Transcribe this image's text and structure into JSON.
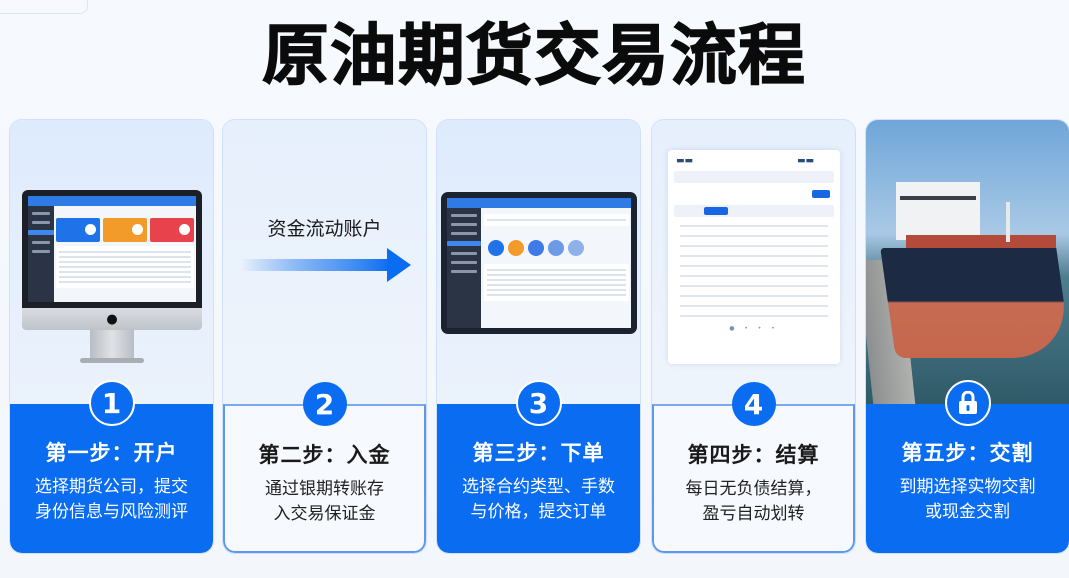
{
  "title": "原油期货交易流程",
  "colors": {
    "accent": "#0a6cf0",
    "card_bg": "#e6effc",
    "outline": "#5d98ec",
    "title_text": "#0b0b0b"
  },
  "steps": [
    {
      "number": "1",
      "title": "第一步：开户",
      "desc_line1": "选择期货公司，提交",
      "desc_line2": "身份信息与风险测评",
      "visual": "desktop-monitor-trading-app",
      "style": "solid"
    },
    {
      "number": "2",
      "title": "第二步：入金",
      "desc_line1": "通过银期转账存",
      "desc_line2": "入交易保证金",
      "visual": "fund-flow-arrow",
      "visual_label": "资金流动账户",
      "style": "outline"
    },
    {
      "number": "3",
      "title": "第三步：下单",
      "desc_line1": "选择合约类型、手数",
      "desc_line2": "与价格，提交订单",
      "visual": "tablet-order-app",
      "style": "solid"
    },
    {
      "number": "4",
      "title": "第四步：结算",
      "desc_line1": "每日无负债结算，",
      "desc_line2": "盈亏自动划转",
      "visual": "settlement-statement",
      "style": "outline"
    },
    {
      "icon": "lock-icon",
      "title": "第五步：交割",
      "desc_line1": "到期选择实物交割",
      "desc_line2": "或现金交割",
      "visual": "oil-tanker-photo",
      "style": "solid"
    }
  ]
}
